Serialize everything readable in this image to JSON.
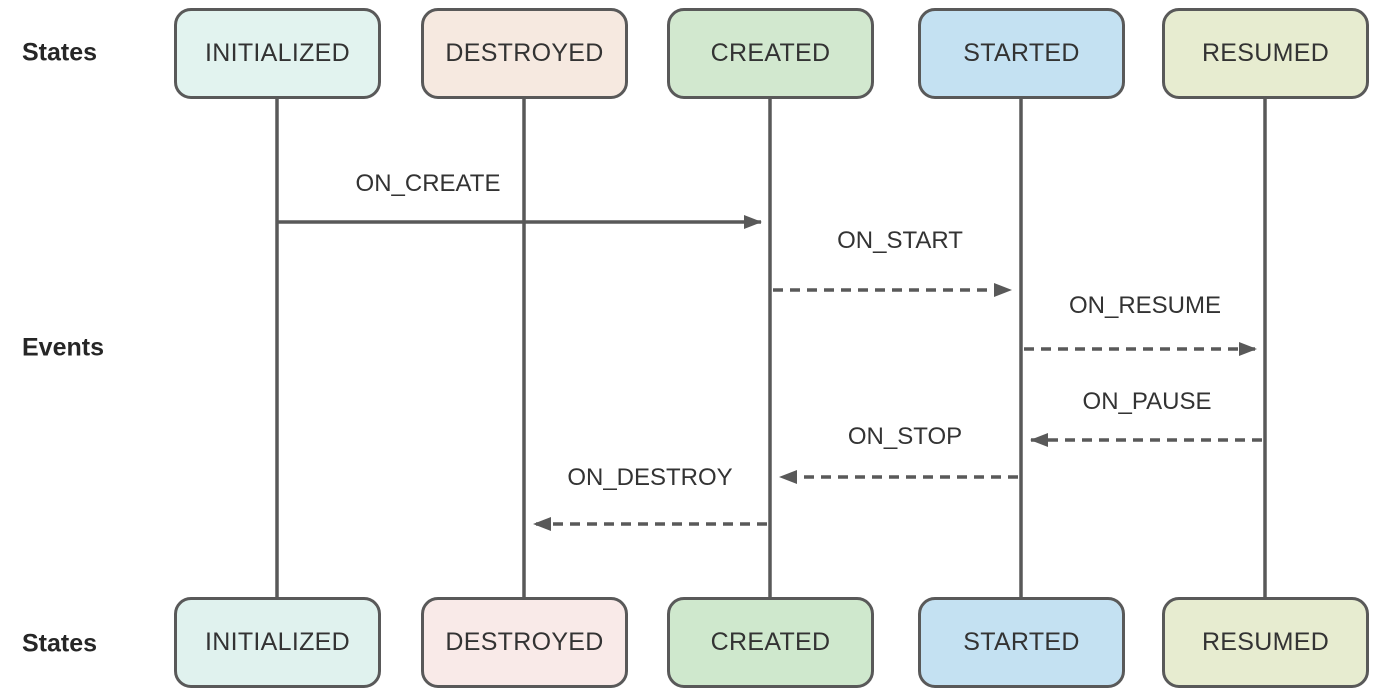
{
  "diagram": {
    "row_labels": {
      "states_top": "States",
      "events": "Events",
      "states_bottom": "States"
    },
    "states": [
      {
        "id": "initialized",
        "label": "INITIALIZED",
        "fill_top": "#e2f3ef",
        "fill_bottom": "#e0f2ee"
      },
      {
        "id": "destroyed",
        "label": "DESTROYED",
        "fill_top": "#f6e9e0",
        "fill_bottom": "#f9eae8"
      },
      {
        "id": "created",
        "label": "CREATED",
        "fill_top": "#d2e8cf",
        "fill_bottom": "#cfe8cd"
      },
      {
        "id": "started",
        "label": "STARTED",
        "fill_top": "#c4e1f2",
        "fill_bottom": "#c4e1f2"
      },
      {
        "id": "resumed",
        "label": "RESUMED",
        "fill_top": "#e7ecd0",
        "fill_bottom": "#e7ecd0"
      }
    ],
    "events": [
      {
        "label": "ON_CREATE",
        "line_style": "solid",
        "from": "INITIALIZED",
        "to": "CREATED"
      },
      {
        "label": "ON_START",
        "line_style": "dashed",
        "from": "CREATED",
        "to": "STARTED"
      },
      {
        "label": "ON_RESUME",
        "line_style": "dashed",
        "from": "STARTED",
        "to": "RESUMED"
      },
      {
        "label": "ON_PAUSE",
        "line_style": "dashed",
        "from": "RESUMED",
        "to": "STARTED"
      },
      {
        "label": "ON_STOP",
        "line_style": "dashed",
        "from": "STARTED",
        "to": "CREATED"
      },
      {
        "label": "ON_DESTROY",
        "line_style": "dashed",
        "from": "CREATED",
        "to": "DESTROYED"
      }
    ],
    "colors": {
      "line": "#595959",
      "box_border": "#595959",
      "box_text": "#333333",
      "label_text": "#333333",
      "row_label_text": "#262626"
    }
  }
}
